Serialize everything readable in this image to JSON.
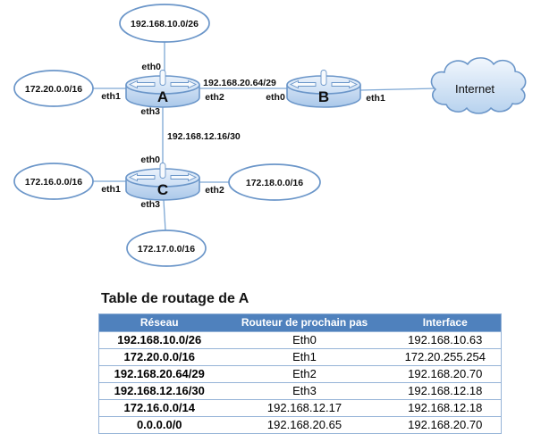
{
  "diagram": {
    "internet_label": "Internet",
    "routers": [
      {
        "name": "A"
      },
      {
        "name": "B"
      },
      {
        "name": "C"
      }
    ],
    "networks": [
      {
        "label": "192.168.10.0/26"
      },
      {
        "label": "172.20.0.0/16"
      },
      {
        "label": "172.16.0.0/16"
      },
      {
        "label": "172.18.0.0/16"
      },
      {
        "label": "172.17.0.0/16"
      }
    ],
    "links": {
      "a_b_subnet": "192.168.20.64/29",
      "a_c_subnet": "192.168.12.16/30"
    },
    "interfaces": {
      "a_eth0": "eth0",
      "a_eth1": "eth1",
      "a_eth2": "eth2",
      "a_eth3": "eth3",
      "b_eth0": "eth0",
      "b_eth1": "eth1",
      "c_eth0": "eth0",
      "c_eth1": "eth1",
      "c_eth2": "eth2",
      "c_eth3": "eth3"
    }
  },
  "table": {
    "title": "Table de routage de A",
    "headers": [
      "Réseau",
      "Routeur de prochain pas",
      "Interface"
    ],
    "rows": [
      [
        "192.168.10.0/26",
        "Eth0",
        "192.168.10.63"
      ],
      [
        "172.20.0.0/16",
        "Eth1",
        "172.20.255.254"
      ],
      [
        "192.168.20.64/29",
        "Eth2",
        "192.168.20.70"
      ],
      [
        "192.168.12.16/30",
        "Eth3",
        "192.168.12.18"
      ],
      [
        "172.16.0.0/14",
        "192.168.12.17",
        "192.168.12.18"
      ],
      [
        "0.0.0.0/0",
        "192.168.20.65",
        "192.168.20.70"
      ]
    ]
  },
  "colors": {
    "header_bg": "#4f81bd",
    "header_text": "#ffffff",
    "table_border": "#95b3d7",
    "shape_stroke": "#6b96c9",
    "link_line": "#7da7d4"
  }
}
